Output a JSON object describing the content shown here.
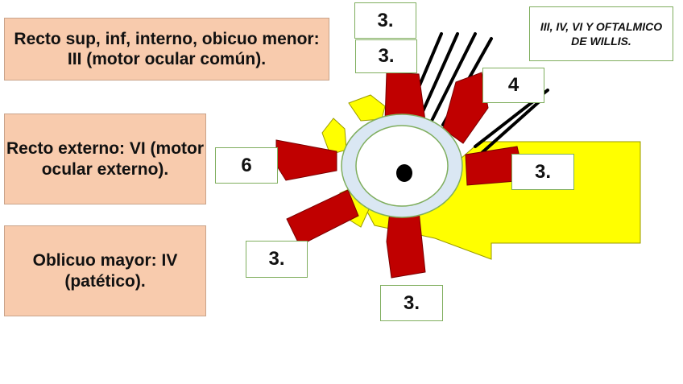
{
  "notes": {
    "common_oculomotor": "Recto sup, inf, interno, obicuo menor: III (motor ocular común).",
    "abducens": "Recto externo: VI (motor ocular externo).",
    "trochlear": "Oblicuo mayor: IV (patético)."
  },
  "labels": {
    "top_outer": "3.",
    "top_inner": "3.",
    "upper_right": "4",
    "left": "6",
    "right": "3.",
    "lower_left": "3.",
    "bottom": "3.",
    "ophthalmic_willis": "III, IV, VI Y OFTALMICO DE WILLIS."
  },
  "colors": {
    "muscle": "#c00000",
    "yellow_region": "#ffff00",
    "sclera_ring": "#dae7f3",
    "note_fill": "#f8cbad",
    "label_border": "#7fae5e"
  }
}
